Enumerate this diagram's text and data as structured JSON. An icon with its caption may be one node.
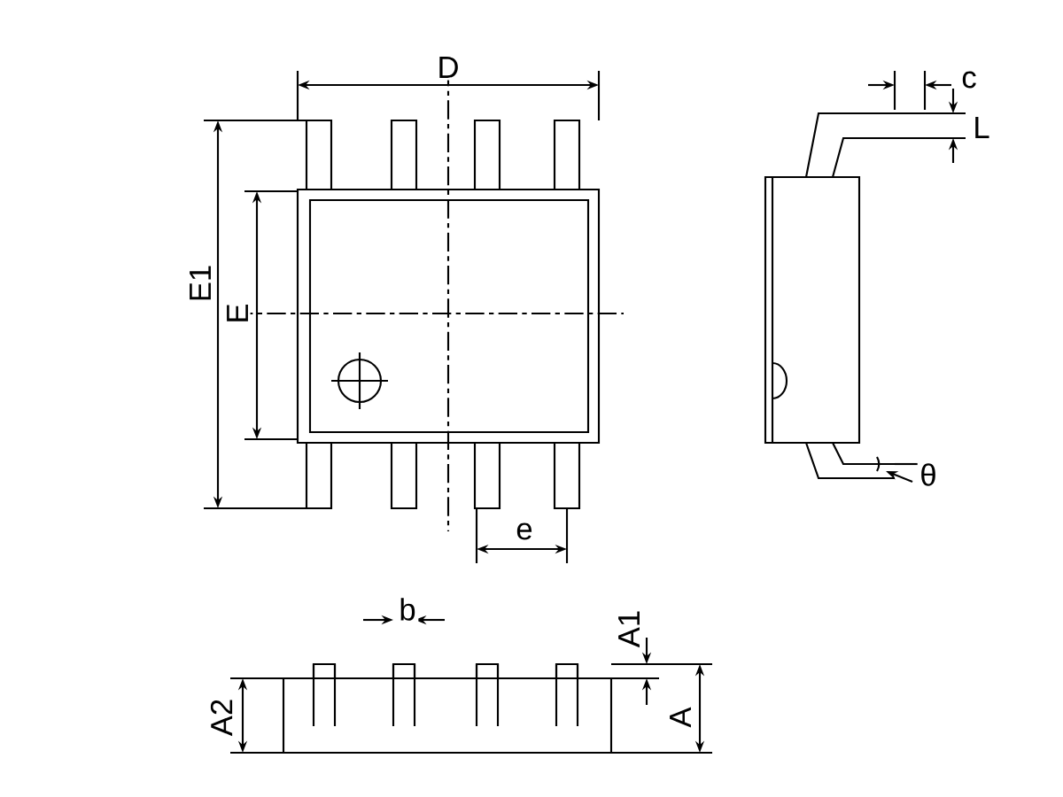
{
  "diagram": {
    "labels": [
      "D",
      "c",
      "L",
      "E1",
      "E",
      "θ",
      "e",
      "b",
      "A1",
      "A2",
      "A"
    ]
  }
}
